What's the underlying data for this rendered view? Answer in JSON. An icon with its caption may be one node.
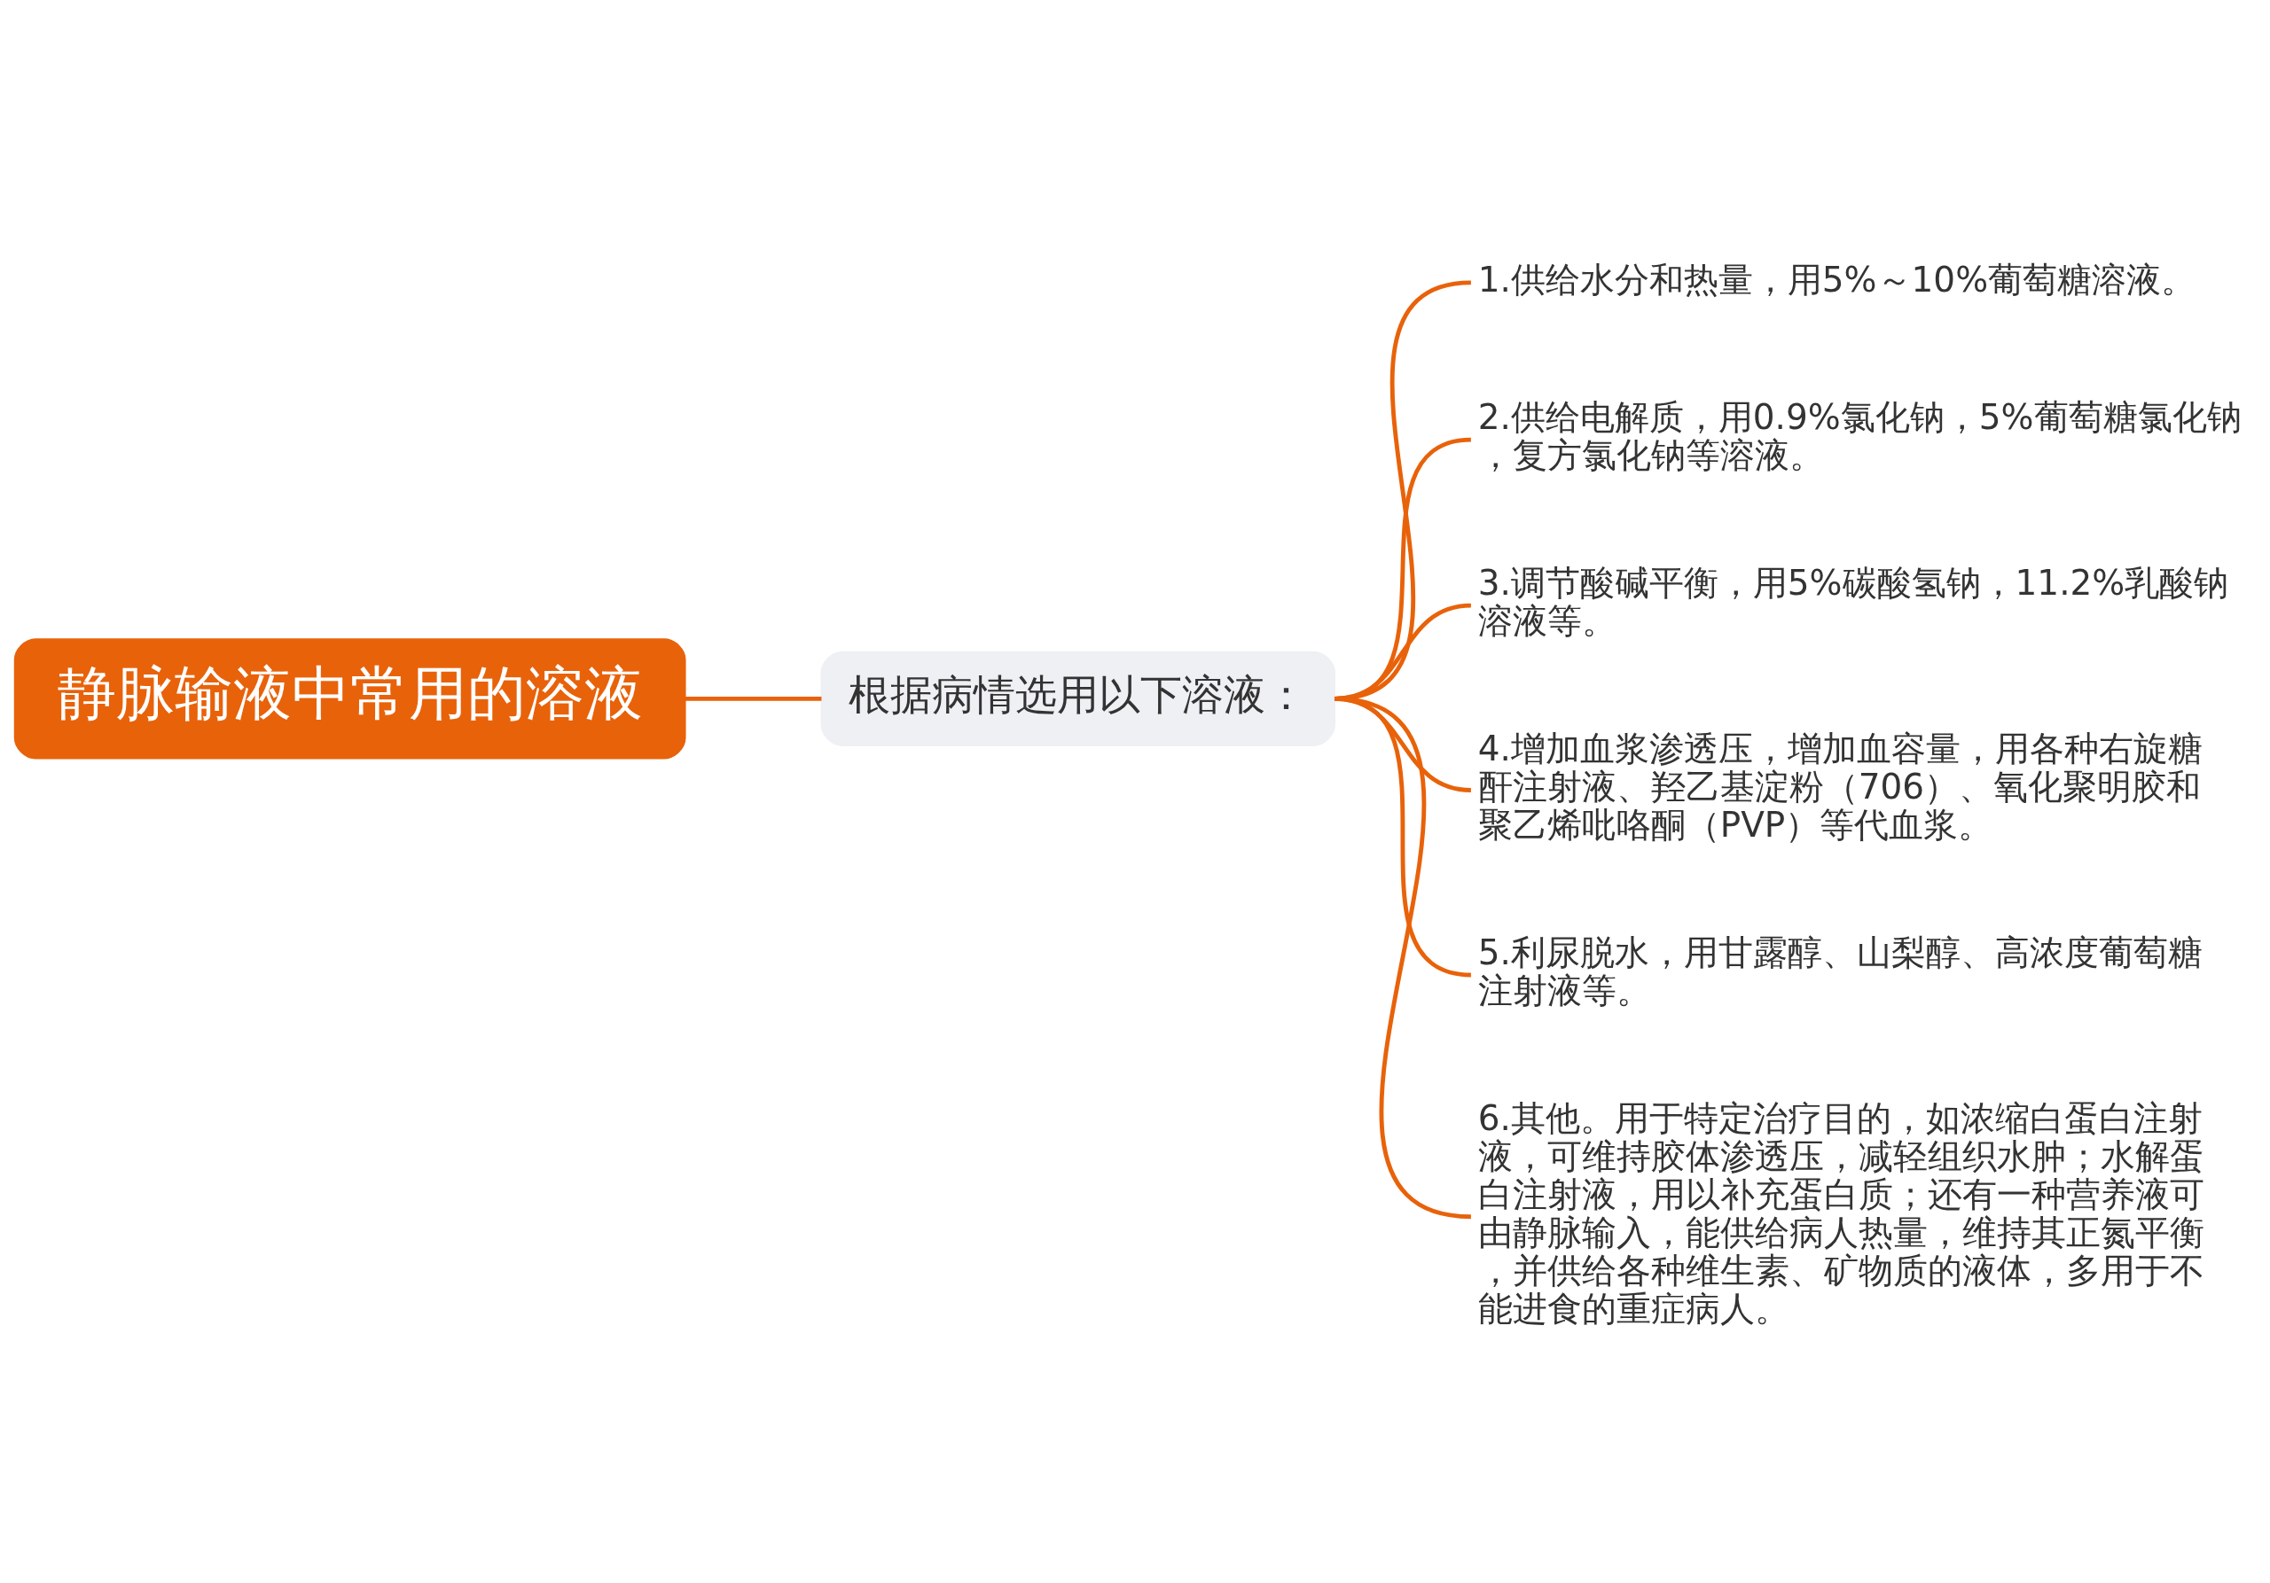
{
  "diagram": {
    "nodes": [
      {
        "text": [
          "静脉输液中常用的溶液"
        ]
      },
      {
        "text": [
          "根据病情选用以下溶液："
        ]
      },
      {
        "text": [
          "1.供给水分和热量，用5%～10%葡萄糖溶液。"
        ]
      },
      {
        "text": [
          "2.供给电解质，用0.9%氯化钠，5%葡萄糖氯化钠，复方氯化钠等溶液。"
        ]
      },
      {
        "text": [
          "3.调节酸碱平衡，用5%碳酸氢钠，11.2%乳酸钠溶液等。"
        ]
      },
      {
        "text": [
          "4.增加血浆渗透压，增加血容量，用各种右旋糖酐注射液、羟乙基淀粉（706）、氧化聚明胶和聚乙烯吡咯酮（PVP）等代血浆。"
        ]
      },
      {
        "text": [
          "5.利尿脱水，用甘露醇、山梨醇、高浓度葡萄糖注射液等。"
        ]
      },
      {
        "text": [
          "6.其他。用于特定治疗目的，如浓缩白蛋白注射液，可维持胶体渗透压，减轻组织水肿；水解蛋白注射液，用以补充蛋白质；还有一种营养液可由静脉输入，能供给病人热量，维持其正氮平衡，并供给各种维生素、矿物质的液体，多用于不能进食的重症病人。"
        ]
      }
    ],
    "edges": [
      {
        "from": 0,
        "to": 1,
        "arrow": "none"
      },
      {
        "from": 1,
        "to": 2,
        "arrow": "none"
      },
      {
        "from": 1,
        "to": 3,
        "arrow": "none"
      },
      {
        "from": 1,
        "to": 4,
        "arrow": "none"
      },
      {
        "from": 1,
        "to": 5,
        "arrow": "none"
      },
      {
        "from": 1,
        "to": 6,
        "arrow": "none"
      },
      {
        "from": 1,
        "to": 7,
        "arrow": "none"
      }
    ]
  }
}
